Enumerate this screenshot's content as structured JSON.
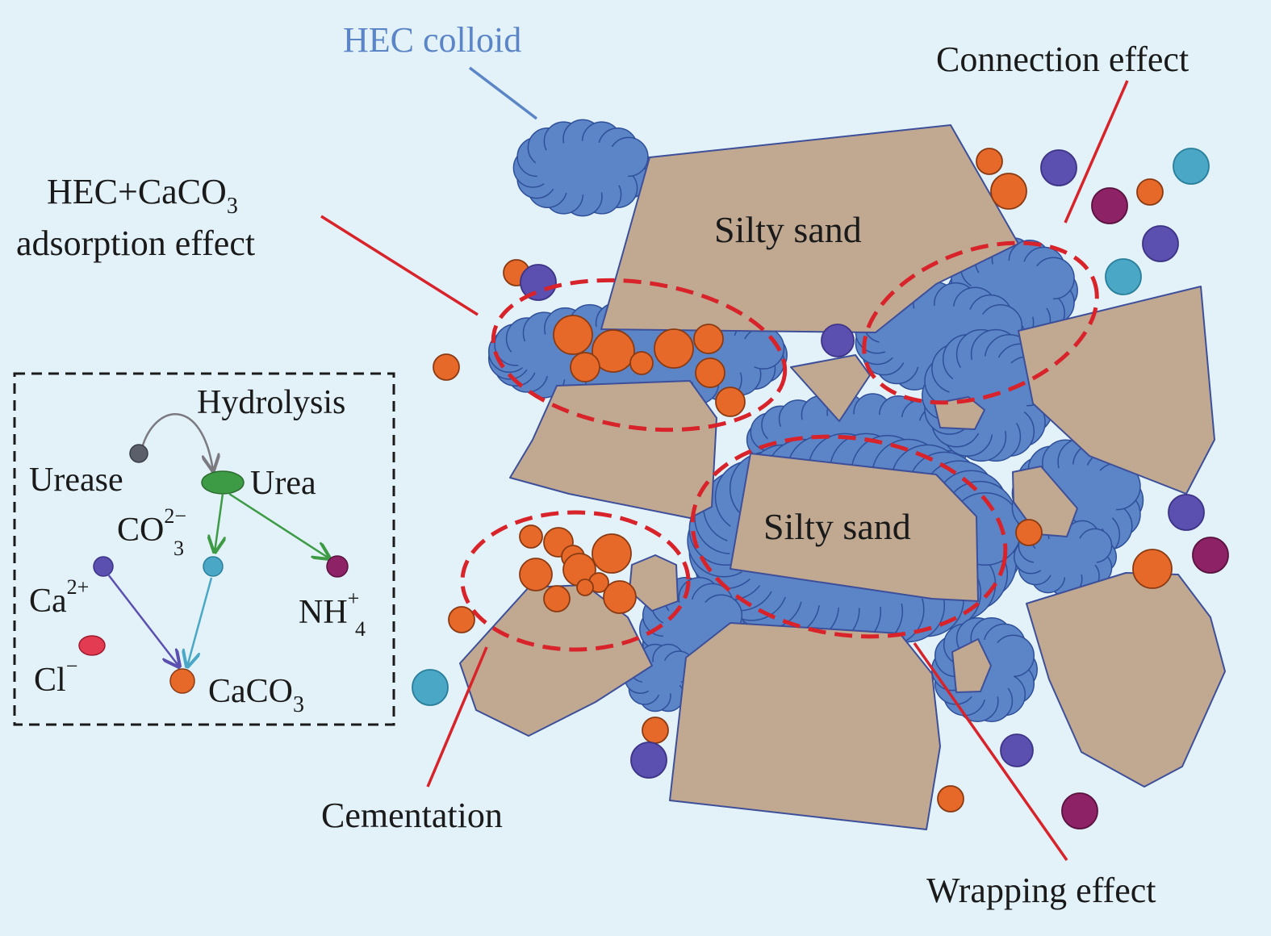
{
  "labels": {
    "hec_colloid": "HEC colloid",
    "connection_effect": "Connection effect",
    "adsorption_line1_base": "HEC+CaCO",
    "adsorption_line1_sub": "3",
    "adsorption_line2": "adsorption effect",
    "silty_sand_top": "Silty sand",
    "silty_sand_middle": "Silty sand",
    "cementation": "Cementation",
    "wrapping_effect": "Wrapping effect"
  },
  "legend": {
    "hydrolysis": "Hydrolysis",
    "urease": "Urease",
    "urea": "Urea",
    "carbonate_base": "CO",
    "carbonate_sup": "2−",
    "carbonate_sub": "3",
    "calcium_base": "Ca",
    "calcium_sup": "2+",
    "ammonium_base": "NH",
    "ammonium_sup": "+",
    "ammonium_sub": "4",
    "chloride_base": "Cl",
    "chloride_sup": "−",
    "caco3_base": "CaCO",
    "caco3_sub": "3"
  },
  "colors": {
    "background": "#e2f2f8",
    "sand": "#c1a991",
    "sand_outline": "#3d4f9a",
    "hec": "#5b85c6",
    "hec_outline": "#2f4f9a",
    "caco3": "#e6692a",
    "calcium": "#5b4fb0",
    "carbonate": "#4aa8c6",
    "ammonium": "#8e2266",
    "chloride": "#e33b52",
    "urea": "#3d9a45",
    "urease": "#5a5f6a",
    "callout": "#d8232a",
    "hec_label": "#5b85c6"
  }
}
